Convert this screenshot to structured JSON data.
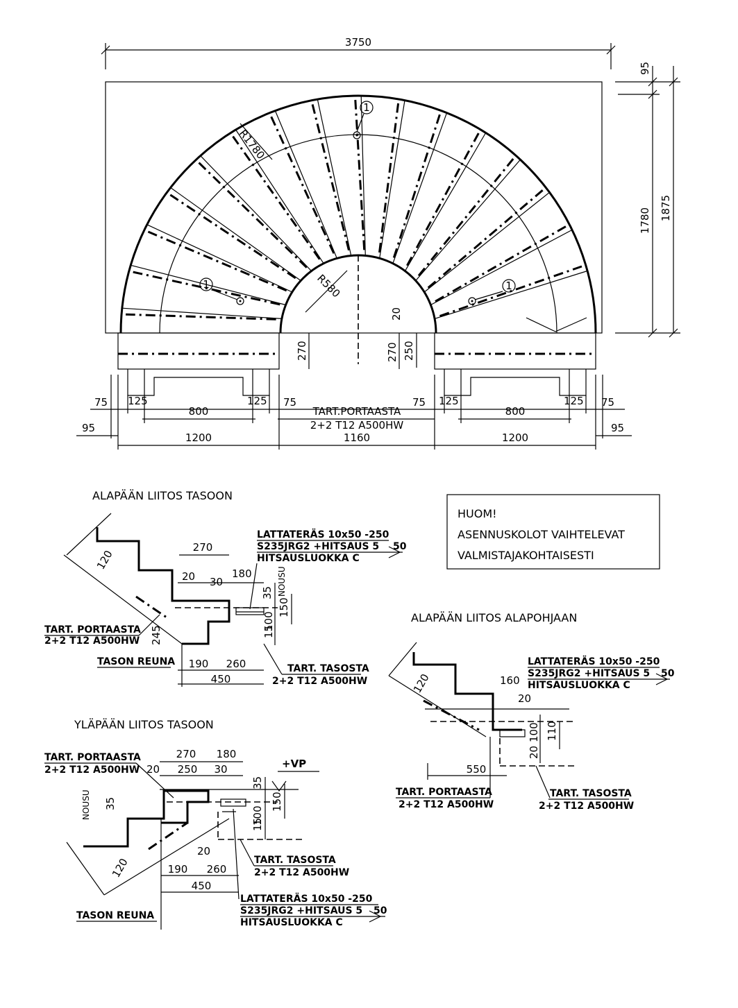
{
  "plan": {
    "dims": {
      "total_width": "3750",
      "top_offset": "95",
      "height_inner": "1780",
      "height_total": "1875",
      "left_offset": "95",
      "right_offset": "95",
      "seg_75_a": "75",
      "seg_125_a": "125",
      "seg_800_a": "800",
      "seg_125_b": "125",
      "seg_75_b": "75",
      "seg_75_c": "75",
      "seg_125_c": "125",
      "seg_800_b": "800",
      "seg_125_d": "125",
      "seg_75_d": "75",
      "bottom_1200_a": "1200",
      "bottom_1160": "1160",
      "bottom_1200_b": "1200",
      "rise_270_a": "270",
      "rise_270_b": "270",
      "rise_250": "250",
      "rise_20": "20"
    },
    "radius_outer": "R1780",
    "radius_inner": "R580",
    "marker": "1",
    "center_rebar_1": "TART.PORTAASTA",
    "center_rebar_2": "2+2  T12  A500HW"
  },
  "note_box": {
    "line1": "HUOM!",
    "line2": "ASENNUSKOLOT  VAIHTELEVAT",
    "line3": "VALMISTAJAKOHTAISESTI"
  },
  "detail_a": {
    "title": "ALAPÄÄN  LIITOS  TASOON",
    "plate_1": "LATTATERÄS  10x50  -250",
    "plate_2": "S235JRG2  +HITSAUS  5",
    "plate_weld": "50",
    "plate_3": "HITSAUSLUOKKA  C",
    "rebar_stair_1": "TART.  PORTAASTA",
    "rebar_stair_2": "2+2  T12  A500HW",
    "edge": "TASON  REUNA",
    "rebar_slab_1": "TART.  TASOSTA",
    "rebar_slab_2": "2+2  T12  A500HW",
    "d270": "270",
    "d20": "20",
    "d30": "30",
    "d180": "180",
    "nousu": "NOUSU",
    "d35": "35",
    "d100": "100",
    "d150": "150",
    "d15": "15",
    "d120": "120",
    "d245": "245",
    "d190": "190",
    "d260": "260",
    "d450": "450"
  },
  "detail_b": {
    "title": "ALAPÄÄN  LIITOS  ALAPOHJAAN",
    "plate_1": "LATTATERÄS  10x50  -250",
    "plate_2": "S235JRG2  +HITSAUS  5",
    "plate_weld": "50",
    "plate_3": "HITSAUSLUOKKA  C",
    "d160": "160",
    "d20a": "20",
    "d120": "120",
    "d20b": "20",
    "d100": "100",
    "d110": "110",
    "d550": "550",
    "rebar_stair_1": "TART.  PORTAASTA",
    "rebar_stair_2": "2+2  T12  A500HW",
    "rebar_slab_1": "TART.  TASOSTA",
    "rebar_slab_2": "2+2  T12  A500HW"
  },
  "detail_c": {
    "title": "YLÄPÄÄN  LIITOS  TASOON",
    "rebar_stair_1": "TART.  PORTAASTA",
    "rebar_stair_2": "2+2  T12  A500HW",
    "d270": "270",
    "d180": "180",
    "d20a": "20",
    "d250": "250",
    "d30": "30",
    "vp": "+VP",
    "nousu": "NOUSU",
    "d35a": "35",
    "d35b": "35",
    "d100": "100",
    "d150": "150",
    "d15": "15",
    "d120": "120",
    "d20b": "20",
    "d190": "190",
    "d260": "260",
    "d450": "450",
    "rebar_slab_1": "TART.  TASOSTA",
    "rebar_slab_2": "2+2  T12  A500HW",
    "plate_1": "LATTATERÄS  10x50  -250",
    "plate_2": "S235JRG2  +HITSAUS  5",
    "plate_weld": "50",
    "plate_3": "HITSAUSLUOKKA  C",
    "edge": "TASON  REUNA"
  }
}
